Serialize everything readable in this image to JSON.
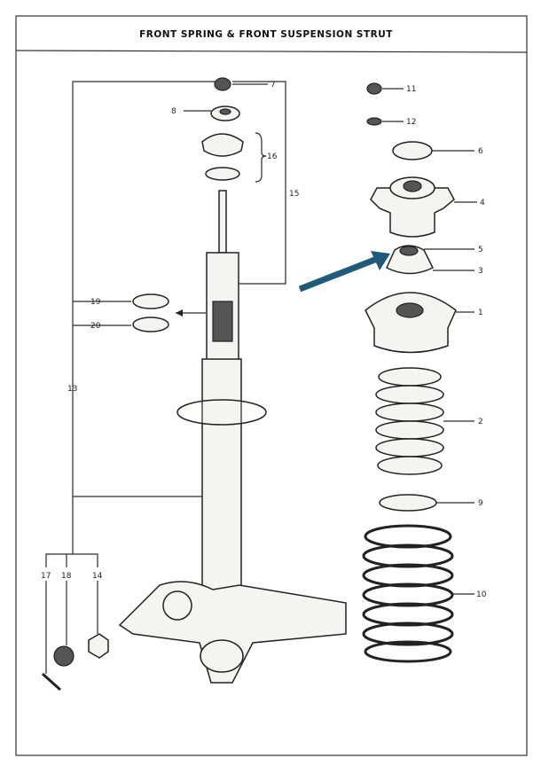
{
  "title": "FRONT SPRING & FRONT SUSPENSION STRUT",
  "callouts": {
    "c1": "1",
    "c2": "2",
    "c3": "3",
    "c4": "4",
    "c5": "5",
    "c6": "6",
    "c7": "7",
    "c8": "8",
    "c9": "9",
    "c10": "10",
    "c11": "11",
    "c12": "12",
    "c13": "13",
    "c14": "14",
    "c15": "15",
    "c16": "16",
    "c17": "17",
    "c18": "18",
    "c19": "19",
    "c20": "20"
  },
  "colors": {
    "highlight_arrow": "#1f5a78",
    "ink": "#222222"
  }
}
